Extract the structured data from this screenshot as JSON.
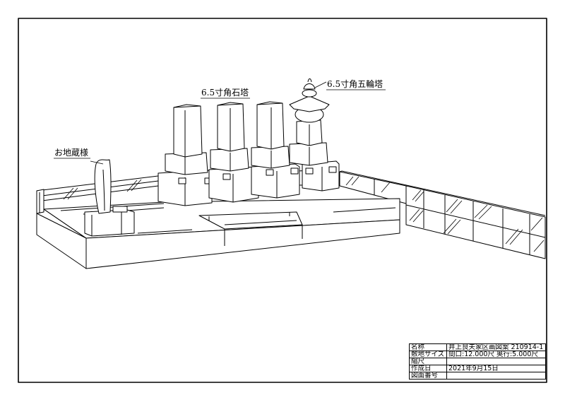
{
  "drawing": {
    "labels": {
      "kakuishito": "6.5寸角石塔",
      "gorinto": "6.5寸角五輪塔",
      "jizo": "お地蔵様"
    }
  },
  "title_block": {
    "rows": [
      {
        "key": "名称",
        "value": "井上良夫家区画図案 210914-1"
      },
      {
        "key": "敷地サイズ",
        "value": "間口:12.000尺 奥行:5.000尺"
      },
      {
        "key": "縮尺",
        "value": ""
      },
      {
        "key": "作成日",
        "value": "2021年9月15日"
      },
      {
        "key": "図面番号",
        "value": ""
      }
    ]
  }
}
